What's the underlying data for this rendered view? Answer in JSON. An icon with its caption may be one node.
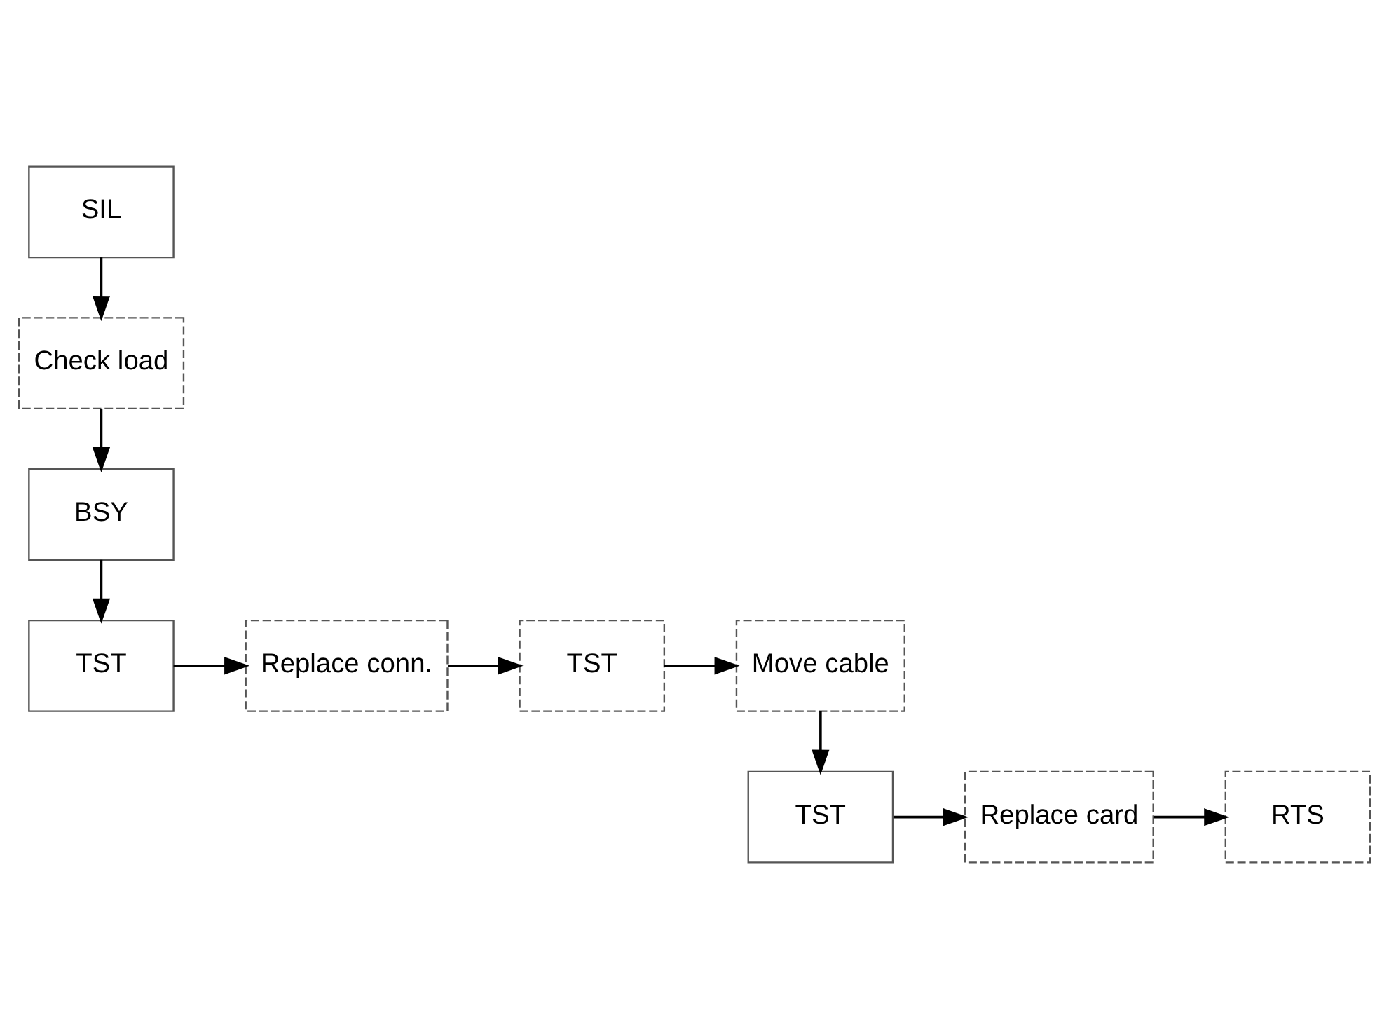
{
  "diagram": {
    "nodes": [
      {
        "text": [
          "SIL"
        ]
      },
      {
        "text": [
          "Check load"
        ]
      },
      {
        "text": [
          "BSY"
        ]
      },
      {
        "text": [
          "TST"
        ]
      },
      {
        "text": [
          "Replace conn."
        ]
      },
      {
        "text": [
          "TST"
        ]
      },
      {
        "text": [
          "Move cable"
        ]
      },
      {
        "text": [
          "TST"
        ]
      },
      {
        "text": [
          "Replace card"
        ]
      },
      {
        "text": [
          "RTS"
        ]
      }
    ],
    "edges": [
      {
        "from": 0,
        "to": 1,
        "arrow": "to"
      },
      {
        "from": 1,
        "to": 2,
        "arrow": "to"
      },
      {
        "from": 2,
        "to": 3,
        "arrow": "to"
      },
      {
        "from": 3,
        "to": 4,
        "arrow": "to"
      },
      {
        "from": 4,
        "to": 5,
        "arrow": "to"
      },
      {
        "from": 5,
        "to": 6,
        "arrow": "to"
      },
      {
        "from": 6,
        "to": 7,
        "arrow": "to"
      },
      {
        "from": 7,
        "to": 8,
        "arrow": "to"
      },
      {
        "from": 8,
        "to": 9,
        "arrow": "to"
      }
    ]
  }
}
